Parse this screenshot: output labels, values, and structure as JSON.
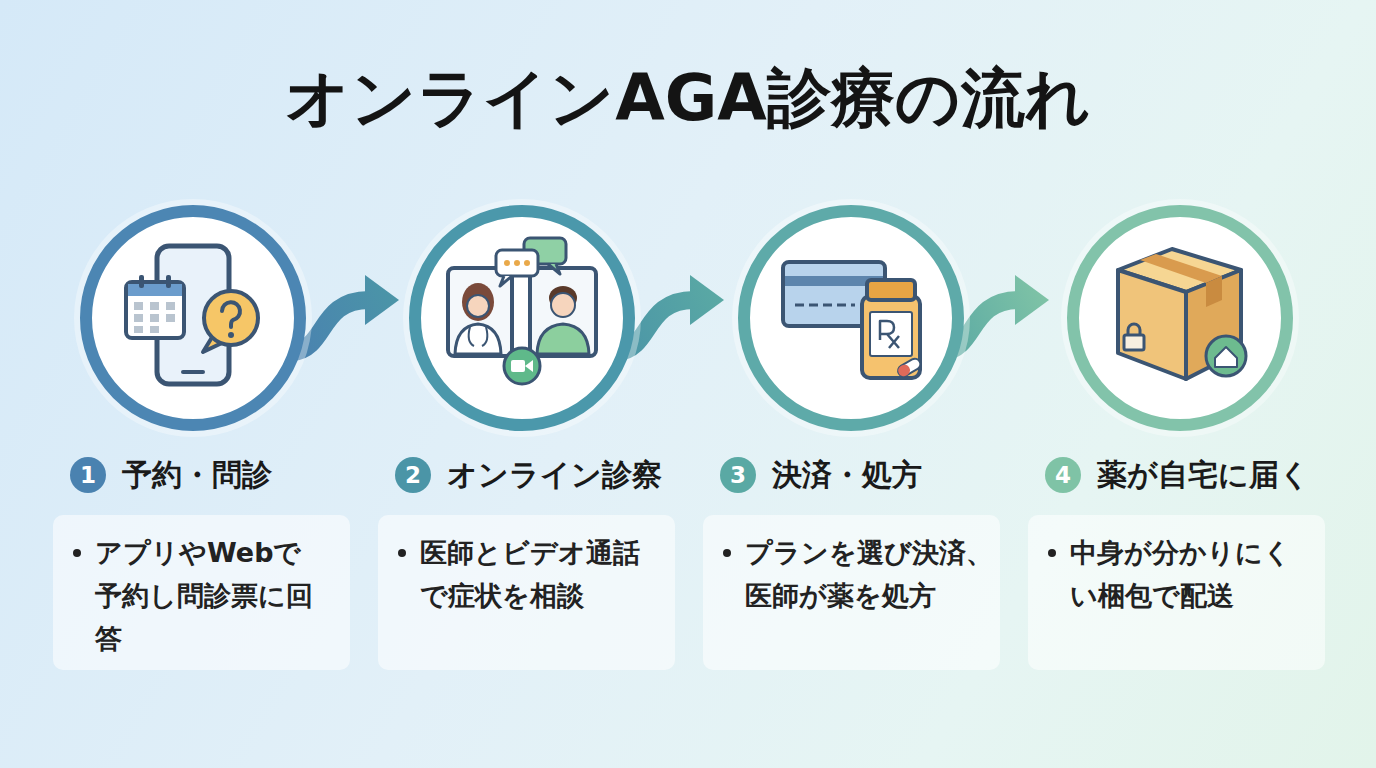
{
  "diagram": {
    "title": "オンラインAGA診療の流れ",
    "nodes": [
      {
        "text": [
          "予約・問診",
          "アプリやWebで予約し問診票に回答"
        ]
      },
      {
        "text": [
          "オンライン診察",
          "医師とビデオ通話で症状を相談"
        ]
      },
      {
        "text": [
          "決済・処方",
          "プランを選び決済、医師が薬を処方"
        ]
      },
      {
        "text": [
          "薬が自宅に届く",
          "中身が分かりにくい梱包で配送"
        ]
      }
    ],
    "edges": [
      {
        "from": 0,
        "to": 1,
        "arrow": "to"
      },
      {
        "from": 1,
        "to": 2,
        "arrow": "to"
      },
      {
        "from": 2,
        "to": 3,
        "arrow": "to"
      }
    ],
    "labels": [
      "1",
      "2",
      "3",
      "4"
    ]
  }
}
